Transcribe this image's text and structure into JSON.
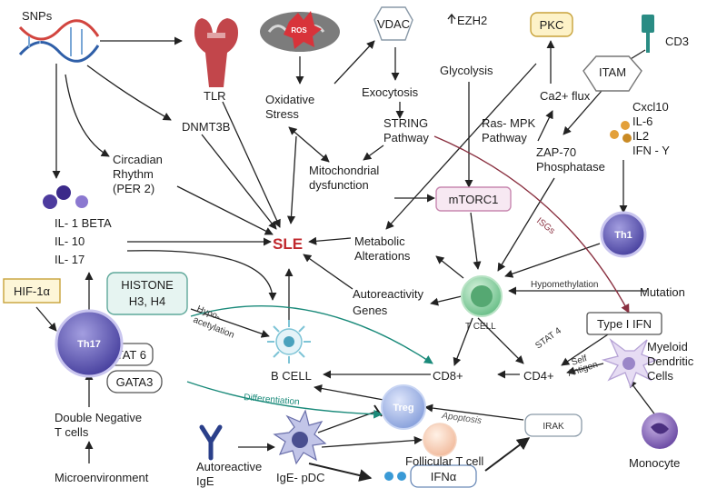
{
  "nodes": {
    "snps": "SNPs",
    "tlr": "TLR",
    "ros": "ROS",
    "vdac": "VDAC",
    "ezh2": "EZH2",
    "pkc": "PKC",
    "cd3": "CD3",
    "oxidative_stress": [
      "Oxidative",
      "Stress"
    ],
    "exocytosis": "Exocytosis",
    "glycolysis": "Glycolysis",
    "ca_flux": "Ca2+ flux",
    "itam": "ITAM",
    "dnmt3b": "DNMT3B",
    "ras_mpk": [
      "Ras- MPK",
      "Pathway"
    ],
    "string": [
      "STRING",
      "Pathway"
    ],
    "cytokines": [
      "Cxcl10",
      "IL-6",
      "IL2",
      "IFN - Y"
    ],
    "circadian": [
      "Circadian",
      "Rhythm",
      "(PER 2)"
    ],
    "mito": [
      "Mitochondrial",
      "dysfunction"
    ],
    "zap70": [
      "ZAP-70",
      "Phosphatase"
    ],
    "mtorc1": "mTORC1",
    "interleukins": [
      "IL- 1 BETA",
      "IL- 10",
      "IL- 17"
    ],
    "sle": "SLE",
    "metabolic": [
      "Metabolic",
      "Alterations"
    ],
    "th1": "Th1",
    "hif": "HIF-1α",
    "histone": [
      "HISTONE",
      "H3, H4"
    ],
    "hypomethylation": "Hypomethylation",
    "mutation": "Mutation",
    "autoreactivity": [
      "Autoreactivity",
      "Genes"
    ],
    "th17": "Th17",
    "t_cell": "T CELL",
    "hypoacetylation": [
      "Hypo-",
      "acetylation"
    ],
    "type1_ifn": "Type I IFN",
    "stat4": "STAT 4",
    "stat6": "STAT 6",
    "gata3": "GATA3",
    "myeloid": [
      "Myeloid",
      "Dendritic",
      "Cells"
    ],
    "b_cell": "B CELL",
    "cd8": "CD8+",
    "cd4": "CD4+",
    "self_antigen": [
      "Self",
      "Antigen"
    ],
    "differentiation": "Differentiation",
    "treg": "Treg",
    "apoptosis": "Apoptosis",
    "irak": "IRAK",
    "double_negative": [
      "Double Negative",
      "T cells"
    ],
    "autoreactive_ige": [
      "Autoreactive",
      "IgE"
    ],
    "ige_pdc": "IgE- pDC",
    "follicular": "Follicular T cell",
    "monocyte": "Monocyte",
    "microenvironment": "Microenvironment",
    "ifna": "IFNα",
    "isgs": "ISGs"
  },
  "colors": {
    "sle": "#c0282d",
    "th_cell": "#5e58b0",
    "t_cell": "#6cc08a",
    "treg": "#8aa2dc",
    "tlr": "#c2464b",
    "differentiation_arrow": "#1a8a7a",
    "isgs_arrow": "#8a3040",
    "pkc_fill": "#fdf2c8",
    "hif_fill": "#fdf6d8",
    "histone_fill": "#e6f4f1",
    "mtorc1_fill": "#f7e8f2"
  }
}
